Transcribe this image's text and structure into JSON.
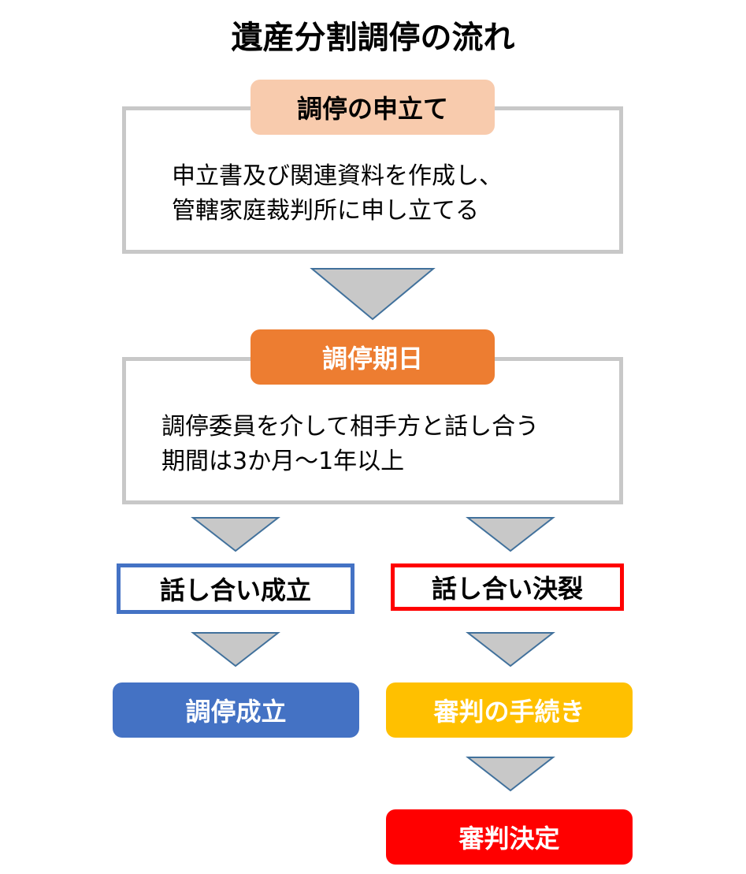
{
  "title": "遺産分割調停の流れ",
  "colors": {
    "panel_border": "#c8c8c8",
    "step1_tag": "#f8cbad",
    "step2_tag": "#ed7d31",
    "arrow_fill": "#c8c8c8",
    "arrow_stroke": "#41719c",
    "success_border": "#4472c4",
    "failure_border": "#ff0000",
    "success_result": "#4472c4",
    "adjudication": "#ffc000",
    "decision": "#ff0000"
  },
  "steps": [
    {
      "label": "調停の申立て",
      "lines": [
        "申立書及び関連資料を作成し、",
        "管轄家庭裁判所に申し立てる"
      ]
    },
    {
      "label": "調停期日",
      "lines": [
        "調停委員を介して相手方と話し合う",
        "期間は3か月～1年以上"
      ]
    }
  ],
  "branches": {
    "success": {
      "outcome": "話し合い成立",
      "result": "調停成立"
    },
    "failure": {
      "outcome": "話し合い決裂",
      "result": "審判の手続き",
      "final": "審判決定"
    }
  }
}
